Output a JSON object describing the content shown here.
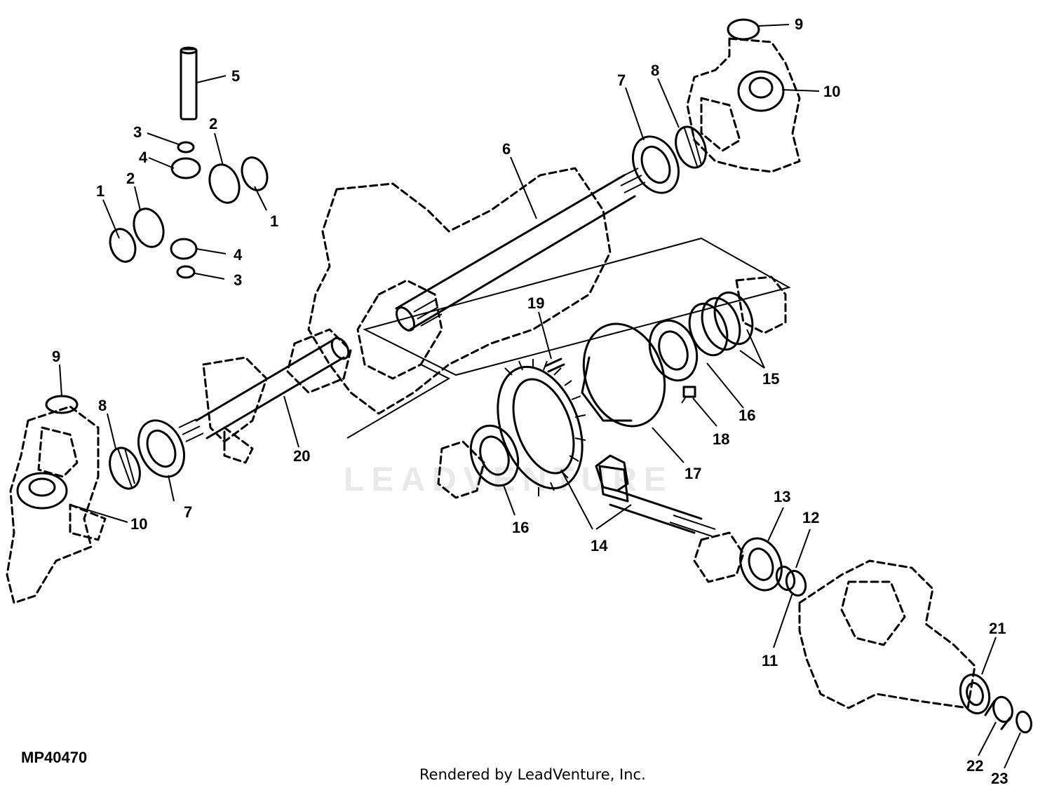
{
  "figure_id": "MP40470",
  "credit": "Rendered by LeadVenture, Inc.",
  "watermark": "LEADVENTURE",
  "callouts": {
    "c1a": "1",
    "c1b": "1",
    "c2a": "2",
    "c2b": "2",
    "c3a": "3",
    "c3b": "3",
    "c4a": "4",
    "c4b": "4",
    "c5": "5",
    "c6": "6",
    "c7a": "7",
    "c7b": "7",
    "c8a": "8",
    "c8b": "8",
    "c9a": "9",
    "c9b": "9",
    "c10a": "10",
    "c10b": "10",
    "c11": "11",
    "c12": "12",
    "c13": "13",
    "c14": "14",
    "c15": "15",
    "c16a": "16",
    "c16b": "16",
    "c17": "17",
    "c18": "18",
    "c19": "19",
    "c20": "20",
    "c21": "21",
    "c22": "22",
    "c23": "23"
  }
}
